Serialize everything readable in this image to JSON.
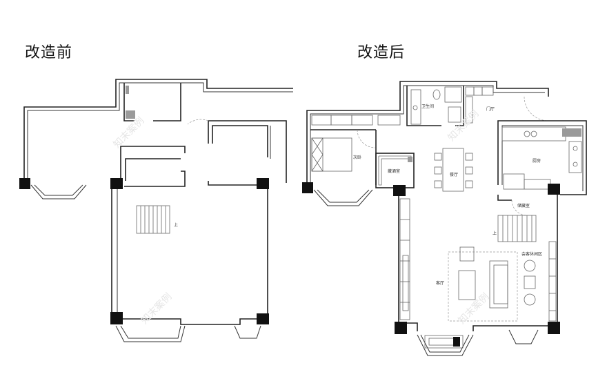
{
  "titles": {
    "before": "改造前",
    "after": "改造后"
  },
  "rooms": {
    "bathroom": "卫生间",
    "foyer": "门厅",
    "bedroom": "次卧",
    "wine_cellar": "藏酒室",
    "dining": "餐厅",
    "kitchen": "厨房",
    "storage": "储藏室",
    "living": "客厅",
    "leisure": "会客休闲区"
  },
  "stairs_label": "上",
  "watermark": "知末案例"
}
